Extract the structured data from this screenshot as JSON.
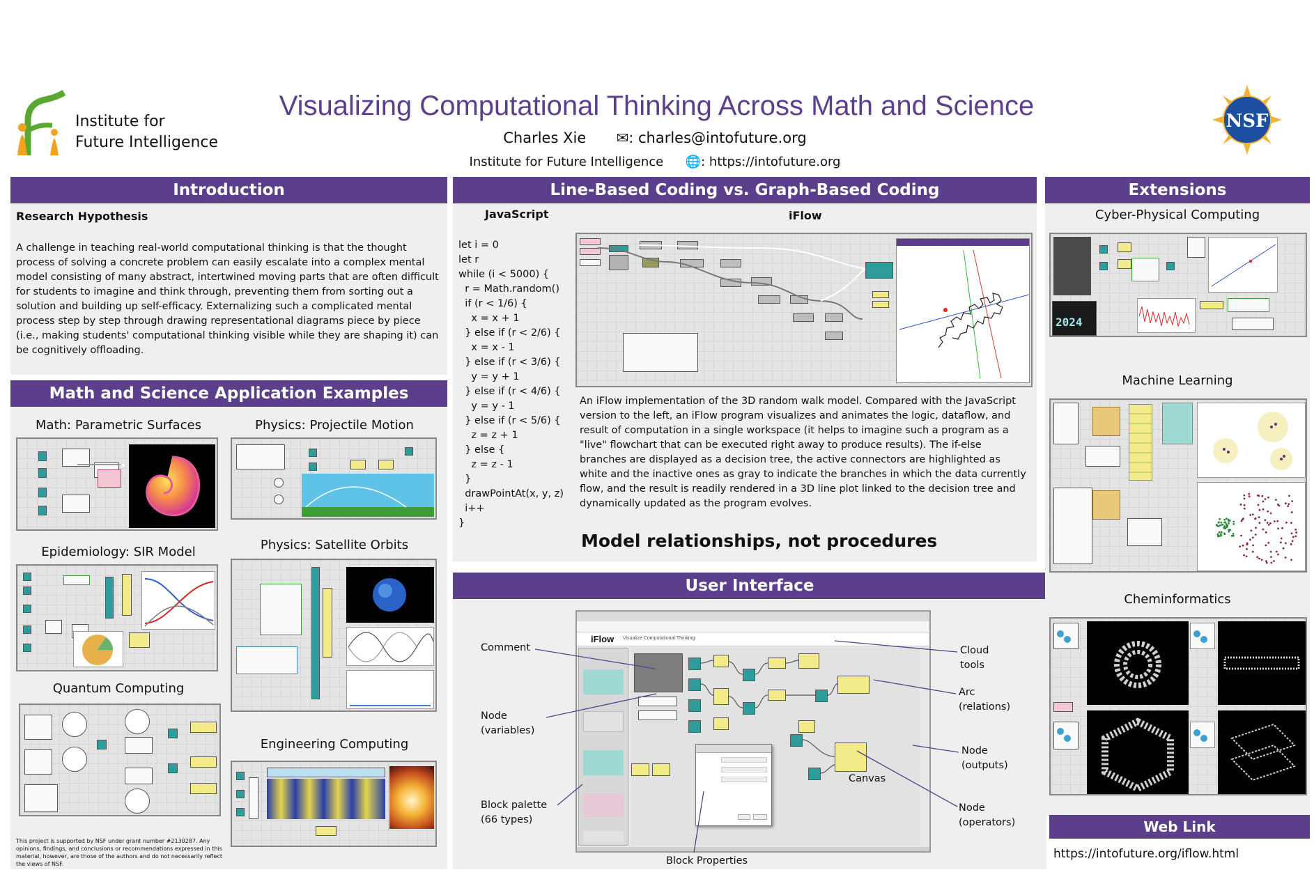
{
  "header": {
    "title": "Visualizing Computational Thinking Across Math and Science",
    "author": "Charles Xie",
    "email": ": charles@intofuture.org",
    "institution": "Institute for Future Intelligence",
    "website": ": https://intofuture.org",
    "logo_line1": "Institute for",
    "logo_line2": "Future Intelligence",
    "nsf_logo": "NSF"
  },
  "colors": {
    "section_header": "#5b3f8c",
    "title": "#5b3f8c",
    "panel": "#efefef",
    "node_teal": "#2d9c9c",
    "node_yellow": "#f3ea8a"
  },
  "introduction": {
    "header": "Introduction",
    "subtitle": "Research Hypothesis",
    "paragraph": "A challenge in teaching real-world computational thinking is that the thought process of solving a concrete problem can easily escalate into a complex mental model consisting of many abstract, intertwined moving parts that are often difficult for students to imagine and think through, preventing them from sorting out a solution and building up self-efficacy. Externalizing such a complicated mental process step by step through drawing representational diagrams piece by piece (i.e., making students' computational thinking visible while they are shaping it) can be cognitively offloading."
  },
  "examples": {
    "header": "Math and Science Application Examples",
    "items": [
      "Math: Parametric Surfaces",
      "Physics: Projectile Motion",
      "Epidemiology: SIR Model",
      "Physics: Satellite Orbits",
      "Quantum Computing",
      "Engineering Computing"
    ],
    "footnote": "This project is supported by NSF under grant number #2130287. Any opinions, findings, and conclusions or recommendations expressed in this material, however, are those of the authors and do not necessarily reflect the views of NSF."
  },
  "comparison": {
    "header": "Line-Based Coding vs. Graph-Based Coding",
    "js_label": "JavaScript",
    "iflow_label": "iFlow",
    "code_lines": [
      "let i = 0",
      "let r",
      "while (i < 5000) {",
      "  r = Math.random()",
      "  if (r < 1/6) {",
      "    x = x + 1",
      "  } else if (r < 2/6) {",
      "    x = x - 1",
      "  } else if (r < 3/6) {",
      "    y = y + 1",
      "  } else if (r < 4/6) {",
      "    y = y - 1",
      "  } else if (r < 5/6) {",
      "    z = z + 1",
      "  } else {",
      "    z = z - 1",
      "  }",
      "  drawPointAt(x, y, z)",
      "  i++",
      "}"
    ],
    "description": "An iFlow implementation of the 3D random walk model. Compared with the JavaScript version to the left, an iFlow program visualizes and animates the logic, dataflow, and result of computation in a single workspace (it helps to imagine such a program as a \"live\" flowchart that can be executed right away to produce results). The if-else branches are displayed as a decision tree, the active connectors are highlighted as white and the inactive ones as gray to indicate the branches in which the data currently flow, and the result is readily rendered in a 3D line plot linked to the decision tree and dynamically updated as the program evolves.",
    "tagline": "Model relationships, not procedures"
  },
  "ui": {
    "header": "User Interface",
    "callouts": {
      "comment": "Comment",
      "node_variables": "Node\n(variables)",
      "block_palette": "Block palette\n(66 types)",
      "block_properties": "Block Properties",
      "canvas": "Canvas",
      "cloud_tools": "Cloud\ntools",
      "arc_relations": "Arc\n(relations)",
      "node_outputs": "Node\n(outputs)",
      "node_operators": "Node\n(operators)"
    },
    "app_name": "iFlow",
    "app_tagline": "Visualize Computational Thinking"
  },
  "extensions": {
    "header": "Extensions",
    "items": [
      "Cyber-Physical Computing",
      "Machine Learning",
      "Cheminformatics"
    ],
    "readout": "2024"
  },
  "weblink": {
    "header": "Web Link",
    "url": "https://intofuture.org/iflow.html"
  }
}
